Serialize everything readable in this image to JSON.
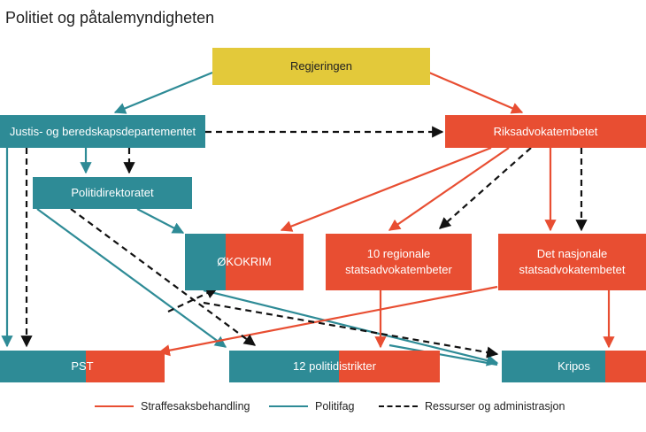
{
  "title": "Politiet og påtalemyndigheten",
  "colors": {
    "straff": "#e84e32",
    "politi": "#2e8b96",
    "ressurs": "#111111",
    "regjering": "#e3c93a"
  },
  "nodes": {
    "regjeringen": "Regjeringen",
    "justis": "Justis- og beredskapsdepartementet",
    "riksadvokat": "Riksadvokatembetet",
    "politidirektoratet": "Politidirektoratet",
    "okokrim": "ØKOKRIM",
    "regionale": "10 regionale statsadvokatembeter",
    "nasjonale": "Det nasjonale statsadvokatembetet",
    "pst": "PST",
    "politidistrikter": "12 politidistrikter",
    "kripos": "Kripos"
  },
  "legend": {
    "straff": "Straffesaksbehandling",
    "politi": "Politifag",
    "ressurs": "Ressurser og administrasjon"
  }
}
